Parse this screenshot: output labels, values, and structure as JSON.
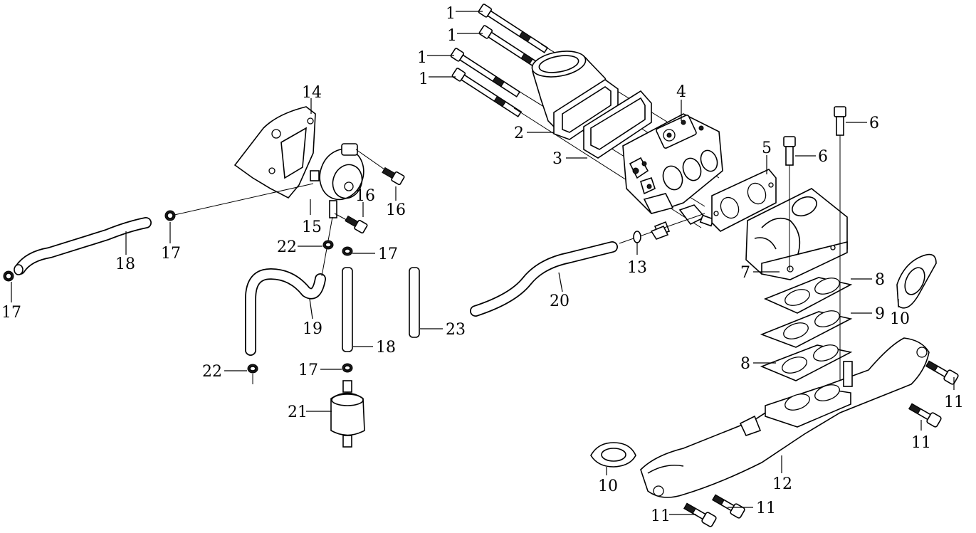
{
  "diagram": {
    "callouts": [
      {
        "id": "c1a",
        "text": "1"
      },
      {
        "id": "c1b",
        "text": "1"
      },
      {
        "id": "c1c",
        "text": "1"
      },
      {
        "id": "c1d",
        "text": "1"
      },
      {
        "id": "c2",
        "text": "2"
      },
      {
        "id": "c3",
        "text": "3"
      },
      {
        "id": "c4",
        "text": "4"
      },
      {
        "id": "c5",
        "text": "5"
      },
      {
        "id": "c6a",
        "text": "6"
      },
      {
        "id": "c6b",
        "text": "6"
      },
      {
        "id": "c7",
        "text": "7"
      },
      {
        "id": "c8a",
        "text": "8"
      },
      {
        "id": "c8b",
        "text": "8"
      },
      {
        "id": "c9",
        "text": "9"
      },
      {
        "id": "c10a",
        "text": "10"
      },
      {
        "id": "c10b",
        "text": "10"
      },
      {
        "id": "c11a",
        "text": "11"
      },
      {
        "id": "c11b",
        "text": "11"
      },
      {
        "id": "c11c",
        "text": "11"
      },
      {
        "id": "c11d",
        "text": "11"
      },
      {
        "id": "c12",
        "text": "12"
      },
      {
        "id": "c13",
        "text": "13"
      },
      {
        "id": "c14",
        "text": "14"
      },
      {
        "id": "c15",
        "text": "15"
      },
      {
        "id": "c16a",
        "text": "16"
      },
      {
        "id": "c16b",
        "text": "16"
      },
      {
        "id": "c17a",
        "text": "17"
      },
      {
        "id": "c17b",
        "text": "17"
      },
      {
        "id": "c17c",
        "text": "17"
      },
      {
        "id": "c17d",
        "text": "17"
      },
      {
        "id": "c18a",
        "text": "18"
      },
      {
        "id": "c18b",
        "text": "18"
      },
      {
        "id": "c19",
        "text": "19"
      },
      {
        "id": "c20",
        "text": "20"
      },
      {
        "id": "c21",
        "text": "21"
      },
      {
        "id": "c22a",
        "text": "22"
      },
      {
        "id": "c22b",
        "text": "22"
      },
      {
        "id": "c23",
        "text": "23"
      }
    ]
  }
}
